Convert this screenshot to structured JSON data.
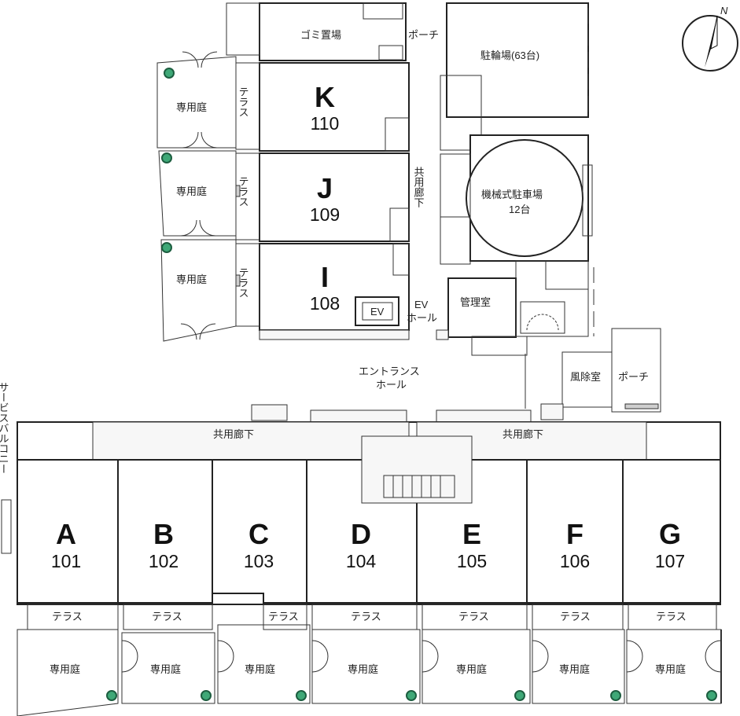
{
  "compass": {
    "label": "N"
  },
  "labels": {
    "gomi": "ゴミ置場",
    "porch_top": "ポーチ",
    "bike": "駐輪場(63台)",
    "common_corridor_v": "共用廊下",
    "mech_parking_1": "機械式駐車場",
    "mech_parking_2": "12台",
    "ev": "EV",
    "ev_hall_1": "EV",
    "ev_hall_2": "ホール",
    "kanri": "管理室",
    "entrance_1": "エントランス",
    "entrance_2": "ホール",
    "windbreak": "風除室",
    "porch_right": "ポーチ",
    "service_balcony": "サービスバルコニー",
    "corridor_left": "共用廊下",
    "corridor_right": "共用廊下",
    "terrace": "テラス",
    "garden": "専用庭"
  },
  "upper_units": [
    {
      "letter": "K",
      "number": "110"
    },
    {
      "letter": "J",
      "number": "109"
    },
    {
      "letter": "I",
      "number": "108"
    }
  ],
  "lower_units": [
    {
      "letter": "A",
      "number": "101"
    },
    {
      "letter": "B",
      "number": "102"
    },
    {
      "letter": "C",
      "number": "103"
    },
    {
      "letter": "D",
      "number": "104"
    },
    {
      "letter": "E",
      "number": "105"
    },
    {
      "letter": "F",
      "number": "106"
    },
    {
      "letter": "G",
      "number": "107"
    }
  ],
  "colors": {
    "plant": "#3fa877",
    "wall": "#222222"
  }
}
